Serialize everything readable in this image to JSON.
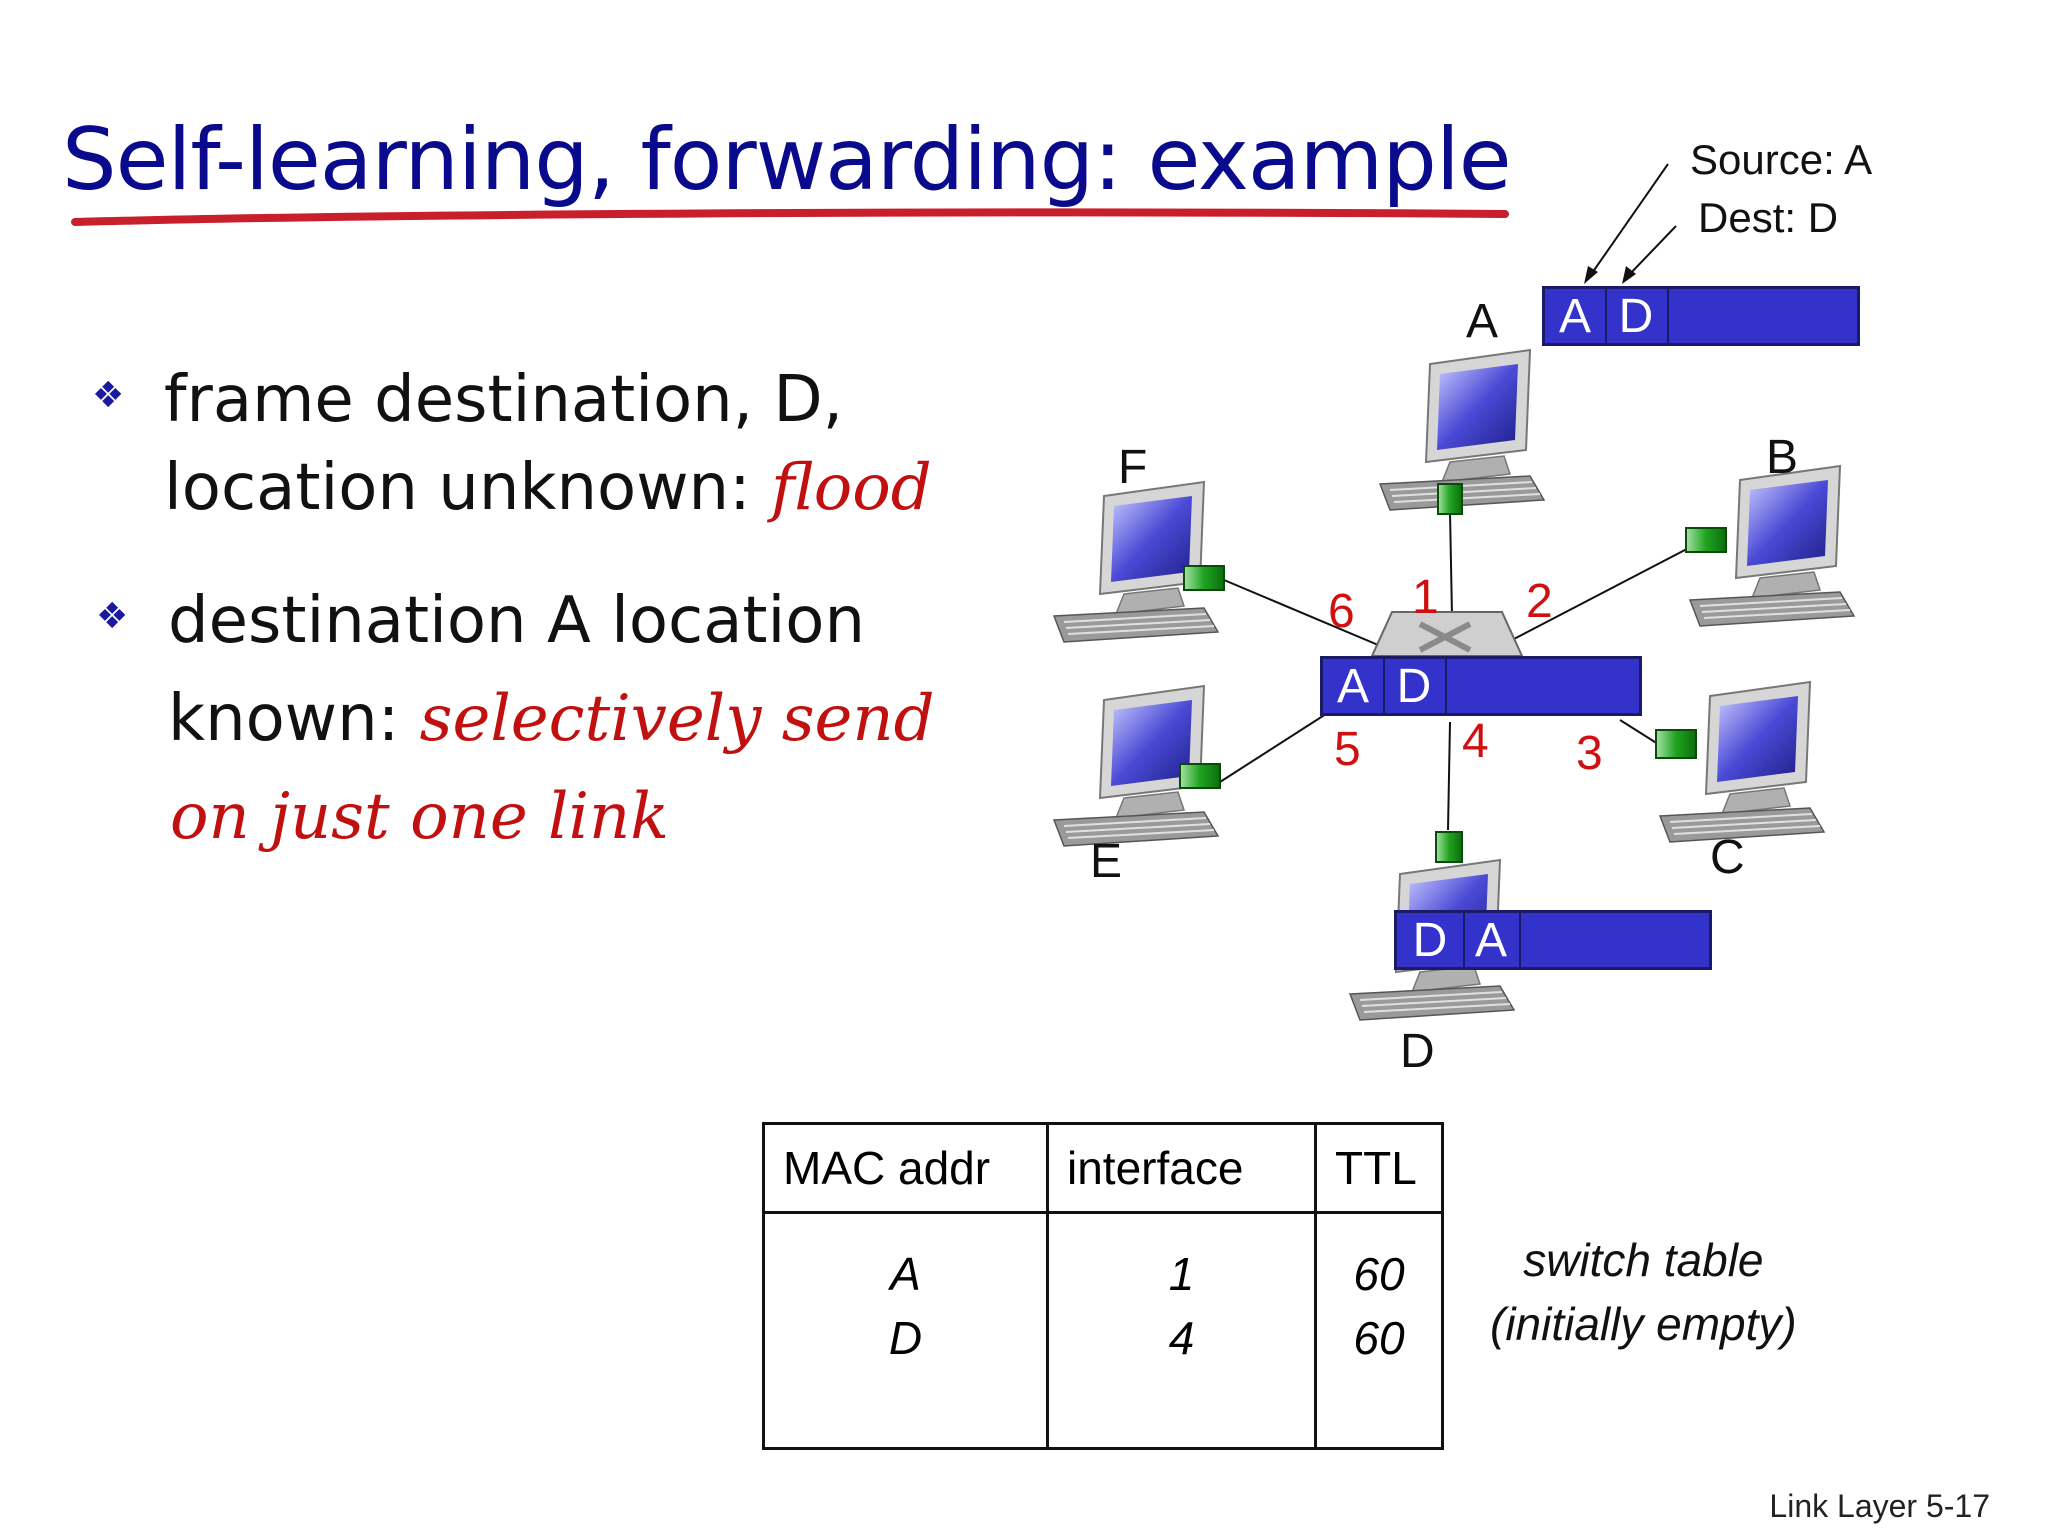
{
  "title": "Self-learning, forwarding: example",
  "bullets": [
    {
      "line1": "frame destination, D,",
      "line2_plain": "location unknown:",
      "line2_em": "flood"
    },
    {
      "line1": "destination A location",
      "line2_plain": "known:",
      "line2_em": "selectively send",
      "line3_em": "on just one link"
    }
  ],
  "annotation": {
    "source": "Source: A",
    "dest": "Dest: D"
  },
  "hosts": {
    "A": "A",
    "B": "B",
    "C": "C",
    "D": "D",
    "E": "E",
    "F": "F"
  },
  "ports": [
    "1",
    "2",
    "3",
    "4",
    "5",
    "6"
  ],
  "frames": {
    "top": [
      "A",
      "D"
    ],
    "switch": [
      "A",
      "D"
    ],
    "bottom": [
      "D",
      "A"
    ]
  },
  "switch_table": {
    "headers": [
      "MAC addr",
      "interface",
      "TTL"
    ],
    "rows": [
      {
        "mac": "A",
        "iface": "1",
        "ttl": "60"
      },
      {
        "mac": "D",
        "iface": "4",
        "ttl": "60"
      }
    ],
    "caption_line1": "switch table",
    "caption_line2": "(initially empty)"
  },
  "footer": "Link Layer  5-17",
  "colors": {
    "title": "#0a0a8c",
    "emphasis": "#c01010",
    "frame": "#3333cc",
    "port": "#d01010"
  }
}
